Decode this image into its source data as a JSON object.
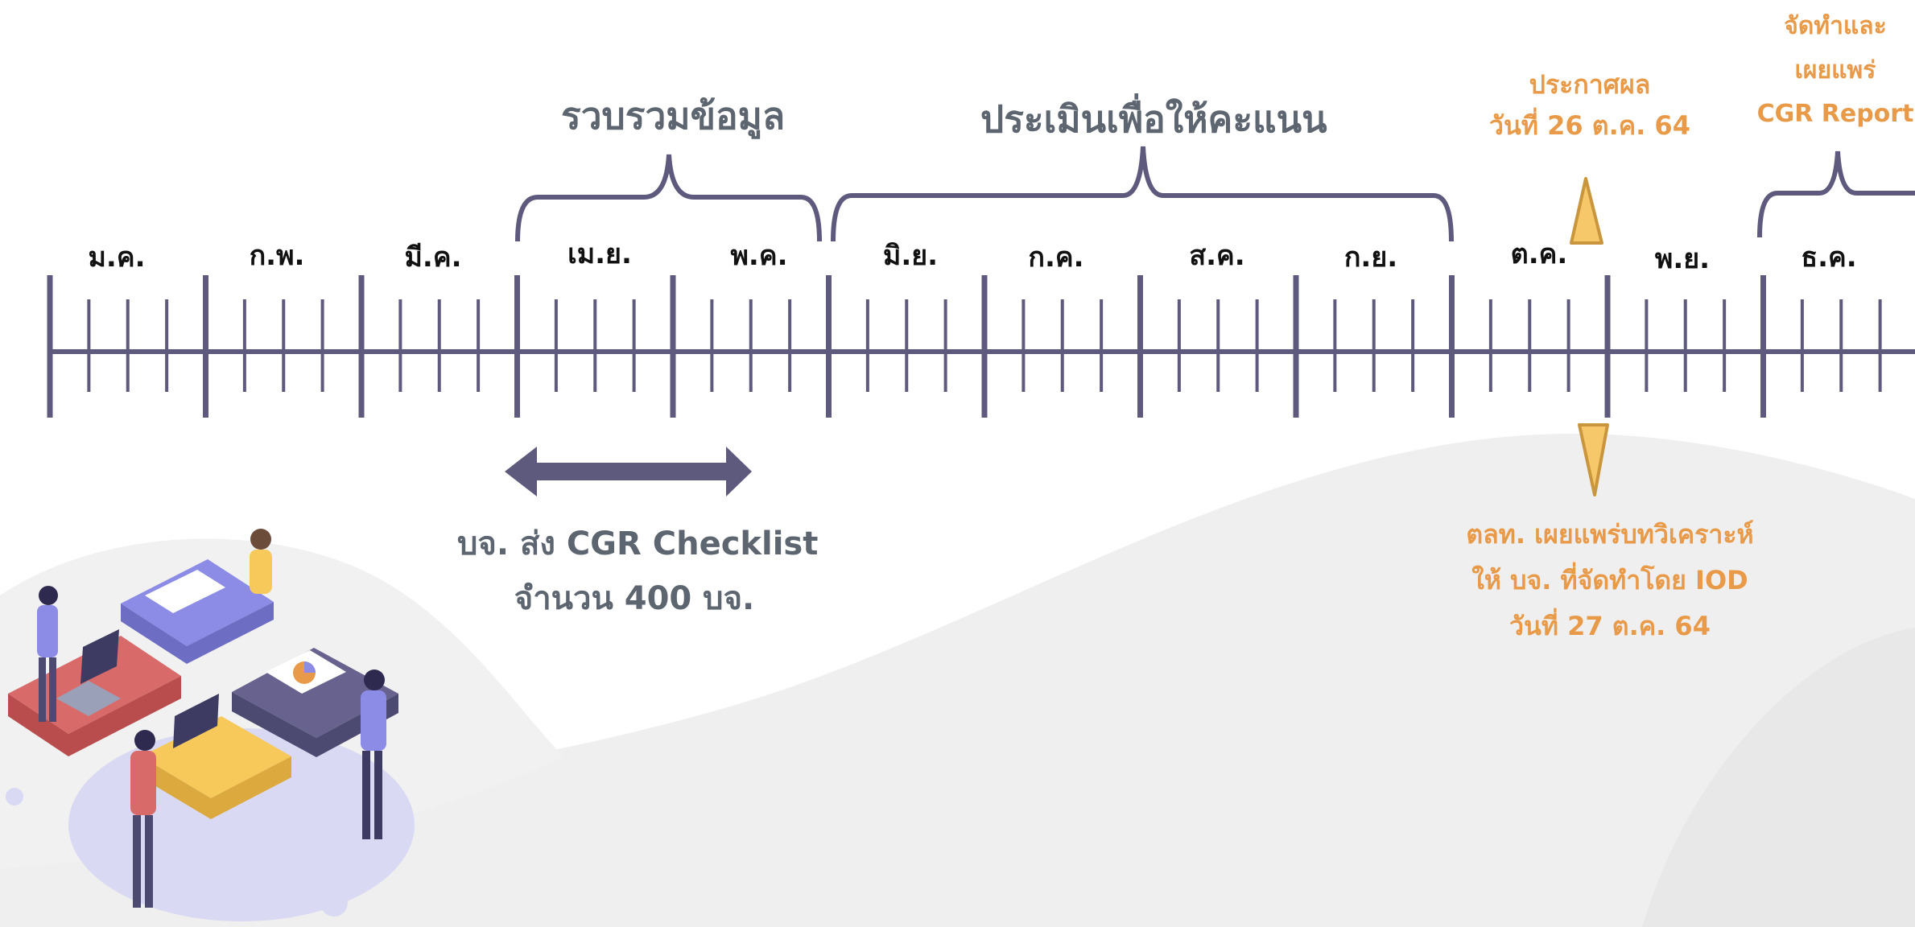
{
  "months": [
    "ม.ค.",
    "ก.พ.",
    "มี.ค.",
    "เม.ย.",
    "พ.ค.",
    "มิ.ย.",
    "ก.ค.",
    "ส.ค.",
    "ก.ย.",
    "ต.ค.",
    "พ.ย.",
    "ธ.ค."
  ],
  "phases": {
    "collect": "รวบรวมข้อมูล",
    "evaluate": "ประเมินเพื่อให้คะแนน"
  },
  "checklist": {
    "line1": "บจ. ส่ง CGR Checklist",
    "line2": "จำนวน 400 บจ."
  },
  "announce": {
    "line1": "ประกาศผล",
    "line2": "วันที่ 26 ต.ค. 64"
  },
  "report": {
    "line1": "จัดทำและ",
    "line2": "เผยแพร่",
    "line3": "CGR Report"
  },
  "analysis": {
    "line1": "ตลท. เผยแพร่บทวิเคราะห์",
    "line2": "ให้ บจ. ที่จัดทำโดย  IOD",
    "line3": "วันที่ 27 ต.ค. 64"
  },
  "colors": {
    "timeline": "#5e5a7e",
    "accent_orange": "#e89a48",
    "marker_fill": "#f6c86a",
    "marker_stroke": "#c9963d",
    "heading_grey": "#5d6670",
    "month_label": "#111111"
  }
}
